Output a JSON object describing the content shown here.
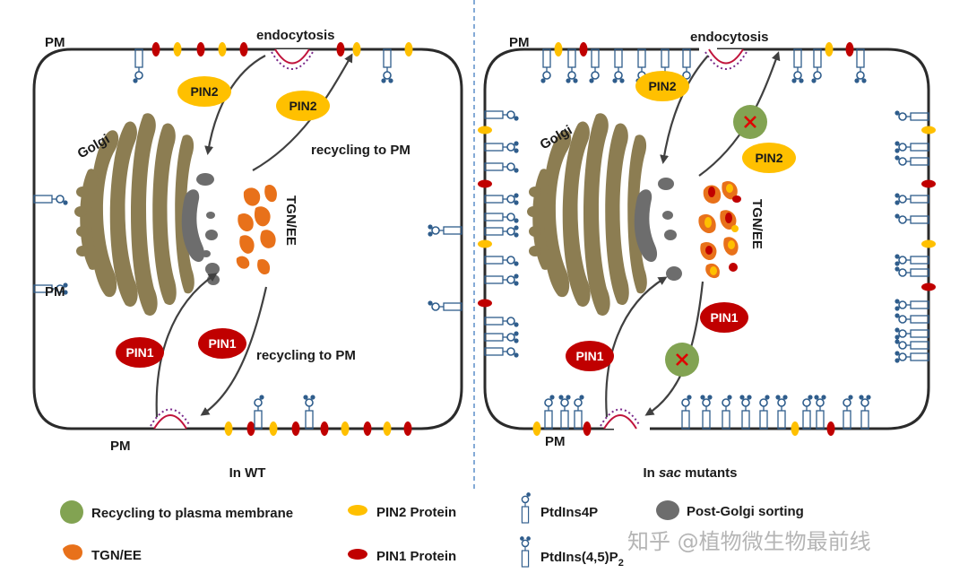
{
  "left": {
    "pm_top": "PM",
    "pm_left": "PM",
    "pm_bottom": "PM",
    "endocytosis": "endocytosis",
    "golgi": "Golgi",
    "tgn": "TGN/EE",
    "recycling_upper": "recycling to PM",
    "recycling_lower": "recycling to PM",
    "pin2": "PIN2",
    "pin2_b": "PIN2",
    "pin1": "PIN1",
    "pin1_b": "PIN1",
    "caption": "In WT"
  },
  "right": {
    "pm_top": "PM",
    "pm_bottom": "PM",
    "endocytosis": "endocytosis",
    "golgi": "Golgi",
    "tgn": "TGN/EE",
    "pin2": "PIN2",
    "pin2_b": "PIN2",
    "pin1": "PIN1",
    "pin1_b": "PIN1",
    "caption_pre": "In ",
    "caption_em": "sac",
    "caption_post": " mutants"
  },
  "legend": {
    "recycling": "Recycling to plasma membrane",
    "pin2": "PIN2 Protein",
    "ptdins4p": "PtdIns4P",
    "postgolgi": "Post-Golgi sorting",
    "tgn": "TGN/EE",
    "pin1": "PIN1 Protein",
    "ptdins45p2": "PtdIns(4,5)P",
    "ptdins45p2_sub": "2"
  },
  "watermark": "知乎 @植物微生物最前线",
  "colors": {
    "pin1": "#c00000",
    "pin2": "#ffc000",
    "tgn": "#e8711a",
    "golgi": "#8c7d52",
    "postgolgi": "#6d6d6d",
    "recycling": "#82a352",
    "lipid": "#2f5d8c",
    "cross": "#e00000"
  }
}
